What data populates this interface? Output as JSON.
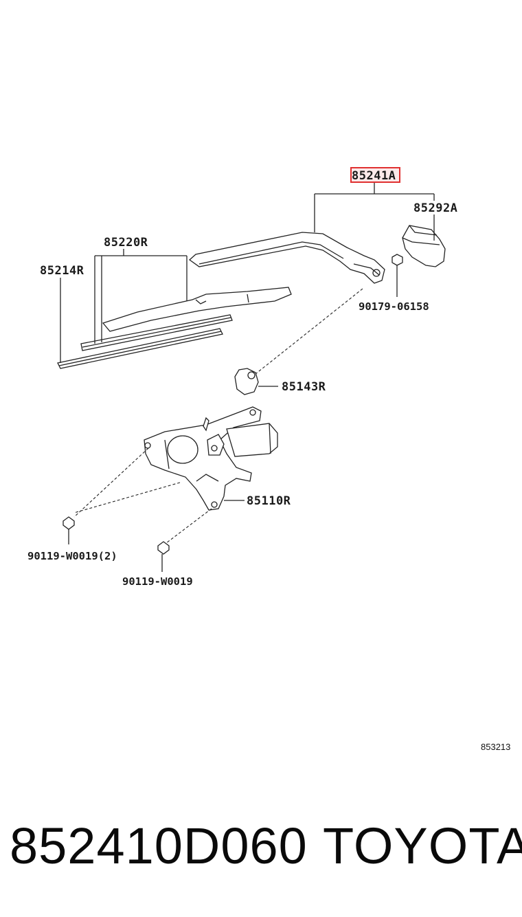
{
  "labels": {
    "arm": "85241A",
    "cap": "85292A",
    "nut": "90179-06158",
    "blade": "85220R",
    "rubber": "85214R",
    "pivot_seal": "85143R",
    "motor": "85110R",
    "bolt_pair": "90119-W0019(2)",
    "bolt_single": "90119-W0019"
  },
  "highlight": {
    "label": "arm",
    "color": "#e03030"
  },
  "diagram_ref": "853213",
  "caption": {
    "part_number": "852410D060",
    "brand": "TOYOTA"
  }
}
